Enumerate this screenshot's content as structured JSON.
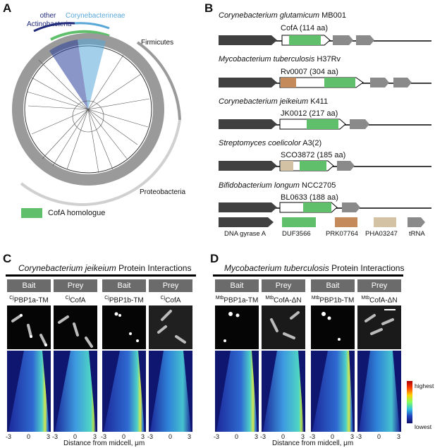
{
  "panels": {
    "a": "A",
    "b": "B",
    "c": "C",
    "d": "D"
  },
  "panelA": {
    "other_actino": [
      "other",
      "Actinobacteria"
    ],
    "coryne": "Corynebacterineae",
    "firmicutes": "Firmicutes",
    "proteo": "Proteobacteria",
    "legend": "CofA homologue",
    "colors": {
      "green": "#5fbf6b",
      "navy": "#1f2a7a",
      "lightblue": "#5aa8d8",
      "gray": "#9a9a9a"
    }
  },
  "panelB": {
    "genomes": [
      {
        "org": "Corynebacterium glutamicum",
        "strain": " MB001",
        "gene": "CofA (114 aa)"
      },
      {
        "org": "Mycobacterium tuberculosis",
        "strain": " H37Rv",
        "gene": "Rv0007 (304 aa)"
      },
      {
        "org": "Corynebacterium jeikeium",
        "strain": " K411",
        "gene": "JK0012 (217 aa)"
      },
      {
        "org": "Streptomyces coelicolor",
        "strain": " A3(2)",
        "gene": "SCO3872 (185 aa)"
      },
      {
        "org": "Bifidobacterium longum",
        "strain": " NCC2705",
        "gene": "BL0633 (188 aa)"
      }
    ],
    "legend": [
      "DNA gyrase A",
      "DUF3566",
      "PRK07764",
      "PHA03247",
      "tRNA"
    ],
    "colors": {
      "gyrase": "#404040",
      "duf": "#5fbf6b",
      "prk": "#c58a5a",
      "pha": "#d3c2a3",
      "trna": "#8a8a8a"
    }
  },
  "panelC": {
    "title_italic": "Corynebacterium jeikeium",
    "title_rest": " Protein Interactions",
    "boxes": [
      "Bait",
      "Prey",
      "Bait",
      "Prey"
    ],
    "labels": [
      {
        "sup": "Cj",
        "text": "PBP1a-TM"
      },
      {
        "sup": "Cj",
        "text": "CofA"
      },
      {
        "sup": "Cj",
        "text": "PBP1b-TM"
      },
      {
        "sup": "Cj",
        "text": "CofA"
      }
    ],
    "ticks": [
      "-3",
      "0",
      "3"
    ],
    "xlabel": "Distance from midcell, μm"
  },
  "panelD": {
    "title_italic": "Mycobacterium tuberculosis",
    "title_rest": " Protein Interactions",
    "boxes": [
      "Bait",
      "Prey",
      "Bait",
      "Prey"
    ],
    "labels": [
      {
        "sup": "Mtb",
        "text": "PBP1a-TM"
      },
      {
        "sup": "Mtb",
        "text": "CofA-ΔN"
      },
      {
        "sup": "Mtb",
        "text": "PBP1b-TM"
      },
      {
        "sup": "Mtb",
        "text": "CofA-ΔN"
      }
    ],
    "ticks": [
      "-3",
      "0",
      "3"
    ],
    "xlabel": "Distance from midcell, μm",
    "scale_high": "highest",
    "scale_low": "lowest"
  }
}
